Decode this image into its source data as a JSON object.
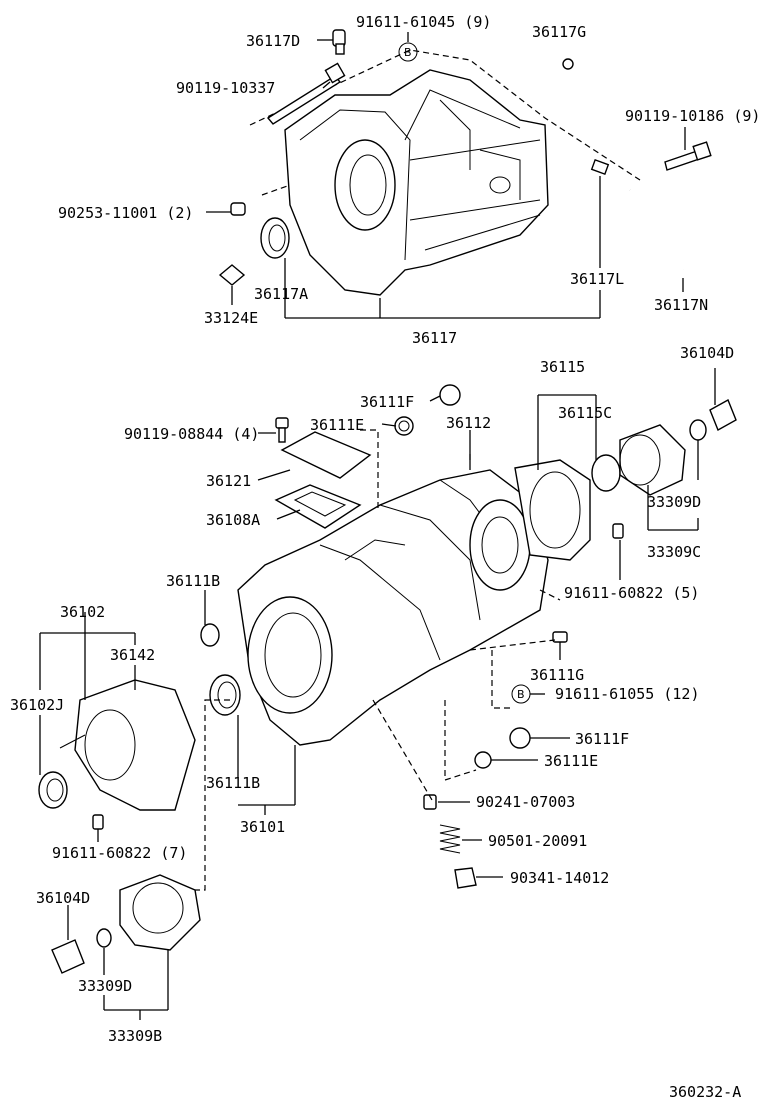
{
  "parts": {
    "p36117D": "36117D",
    "p91611_61045": "91611-61045 (9)",
    "p36117G": "36117G",
    "p90119_10337": "90119-10337",
    "p90119_10186": "90119-10186 (9)",
    "p90253_11001": "90253-11001 (2)",
    "p36117L": "36117L",
    "p36117A": "36117A",
    "p36117N": "36117N",
    "p33124E": "33124E",
    "p36117": "36117",
    "p36115": "36115",
    "p36104D_top": "36104D",
    "p36111F_top": "36111F",
    "p36115C": "36115C",
    "p90119_08844": "90119-08844 (4)",
    "p36111E_top": "36111E",
    "p36112": "36112",
    "p36121": "36121",
    "p33309D_right": "33309D",
    "p36108A": "36108A",
    "p33309C": "33309C",
    "p36111B_top": "36111B",
    "p91611_60822_5": "91611-60822 (5)",
    "p36102": "36102",
    "p36142": "36142",
    "p36111G": "36111G",
    "p91611_61055": "91611-61055 (12)",
    "p36102J": "36102J",
    "p36111F_bot": "36111F",
    "p36111E_bot": "36111E",
    "p36111B_bot": "36111B",
    "p36101": "36101",
    "p90241_07003": "90241-07003",
    "p91611_60822_7": "91611-60822 (7)",
    "p90501_20091": "90501-20091",
    "p90341_14012": "90341-14012",
    "p36104D_bot": "36104D",
    "p33309D_bot": "33309D",
    "p33309B": "33309B"
  },
  "markers": {
    "b": "B"
  },
  "figure_id": "360232-A"
}
